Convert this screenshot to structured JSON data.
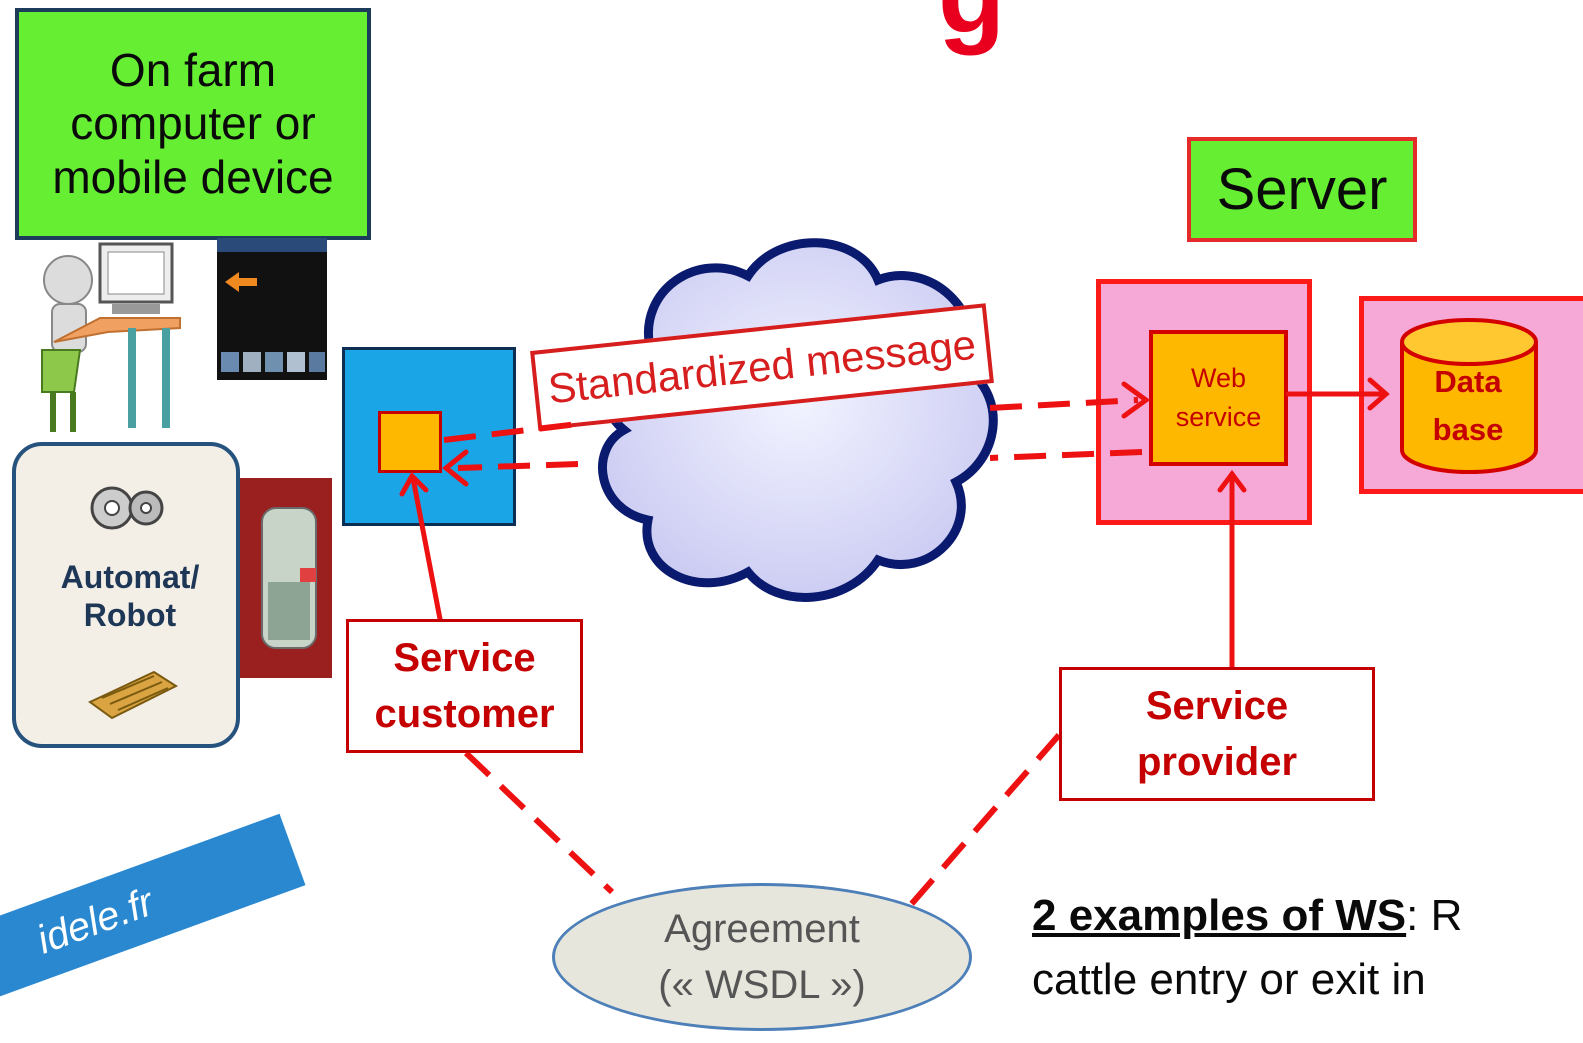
{
  "header": {
    "partial_title": "g"
  },
  "farm_device": {
    "label_lines": [
      "On farm",
      "computer or",
      "mobile device"
    ]
  },
  "robot": {
    "label_lines": [
      "Automat/",
      "Robot"
    ]
  },
  "server": {
    "label": "Server"
  },
  "message": {
    "label": "Standardized message"
  },
  "web_service": {
    "label_lines": [
      "Web",
      "service"
    ]
  },
  "database": {
    "label_lines": [
      "Data",
      "base"
    ]
  },
  "service_customer": {
    "label_lines": [
      "Service",
      "customer"
    ]
  },
  "service_provider": {
    "label_lines": [
      "Service",
      "provider"
    ]
  },
  "agreement": {
    "label_lines": [
      "Agreement",
      "(« WSDL »)"
    ]
  },
  "note": {
    "heading": "2 examples of WS",
    "text_line1": ": R",
    "text_line2": "cattle entry or exit in"
  },
  "watermark": {
    "text": "idele.fr"
  },
  "colors": {
    "accent_red": "#e52a2a",
    "device_green": "#66ee33",
    "client_blue": "#1aa5e6",
    "provider_pink": "#f6a9d7",
    "port_orange": "#ffb800"
  }
}
